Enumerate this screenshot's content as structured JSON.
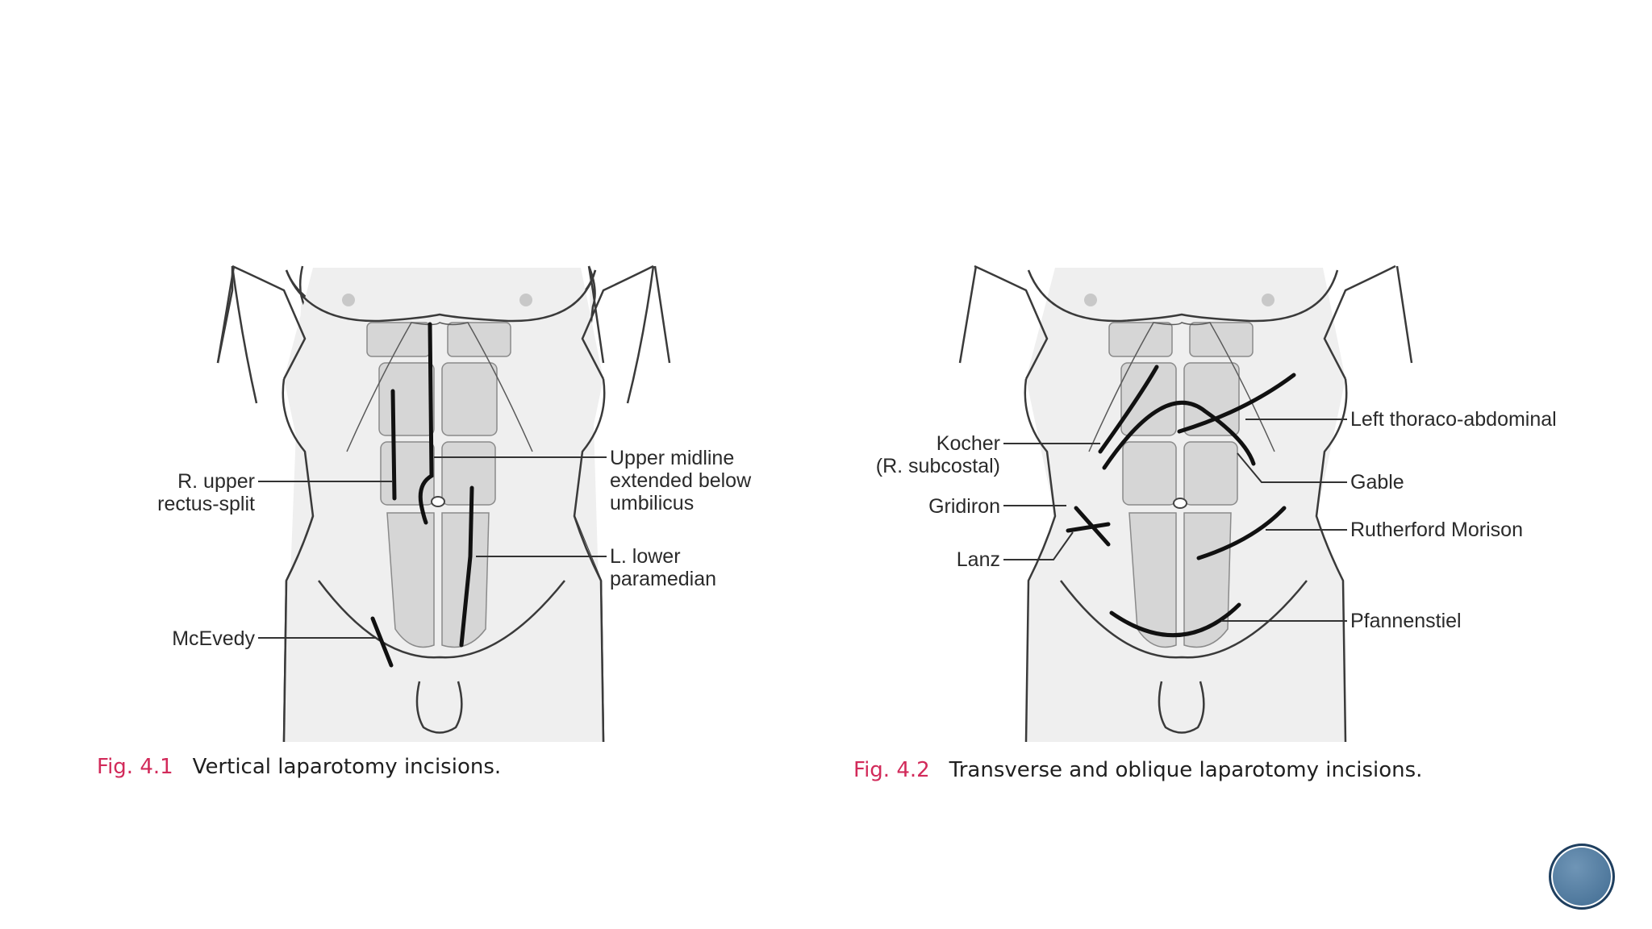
{
  "figure_1": {
    "caption_number": "Fig. 4.1",
    "caption_text": "Vertical laparotomy incisions.",
    "labels": {
      "r_upper_line1": "R. upper",
      "r_upper_line2": "rectus-split",
      "upper_midline_line1": "Upper midline",
      "upper_midline_line2": "extended below",
      "upper_midline_line3": "umbilicus",
      "l_lower_line1": "L. lower",
      "l_lower_line2": "paramedian",
      "mcevedy": "McEvedy"
    }
  },
  "figure_2": {
    "caption_number": "Fig. 4.2",
    "caption_text": "Transverse and oblique laparotomy incisions.",
    "labels": {
      "kocher_line1": "Kocher",
      "kocher_line2": "(R. subcostal)",
      "gridiron": "Gridiron",
      "lanz": "Lanz",
      "left_thoraco": "Left thoraco-abdominal",
      "gable": "Gable",
      "rutherford": "Rutherford Morison",
      "pfannenstiel": "Pfannenstiel"
    }
  },
  "colors": {
    "body_fill": "#efefef",
    "outline": "#3a3a3a",
    "muscle_fill": "#d6d6d6",
    "incision": "#111111",
    "caption_number": "#d22a5a",
    "badge": "#4f7aa0"
  }
}
